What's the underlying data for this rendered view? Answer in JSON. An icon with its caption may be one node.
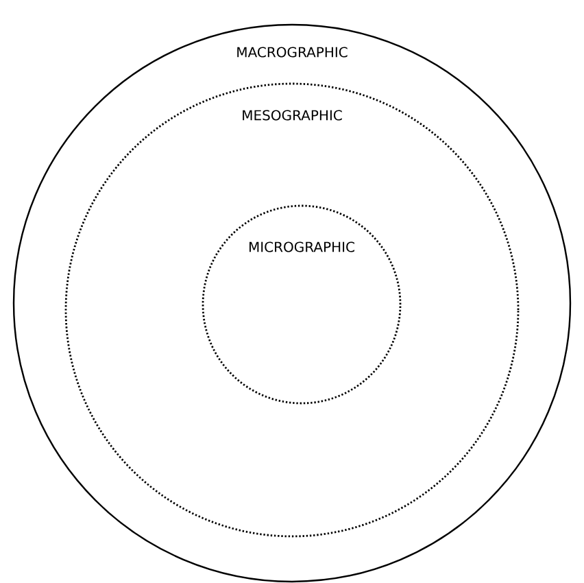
{
  "diagram": {
    "nodes": [
      {
        "text": [
          "MACROGRAPHIC"
        ]
      },
      {
        "text": [
          "MESOGRAPHIC"
        ],
        "in": 0
      },
      {
        "text": [
          "MICROGRAPHIC"
        ],
        "in": 1
      }
    ]
  }
}
